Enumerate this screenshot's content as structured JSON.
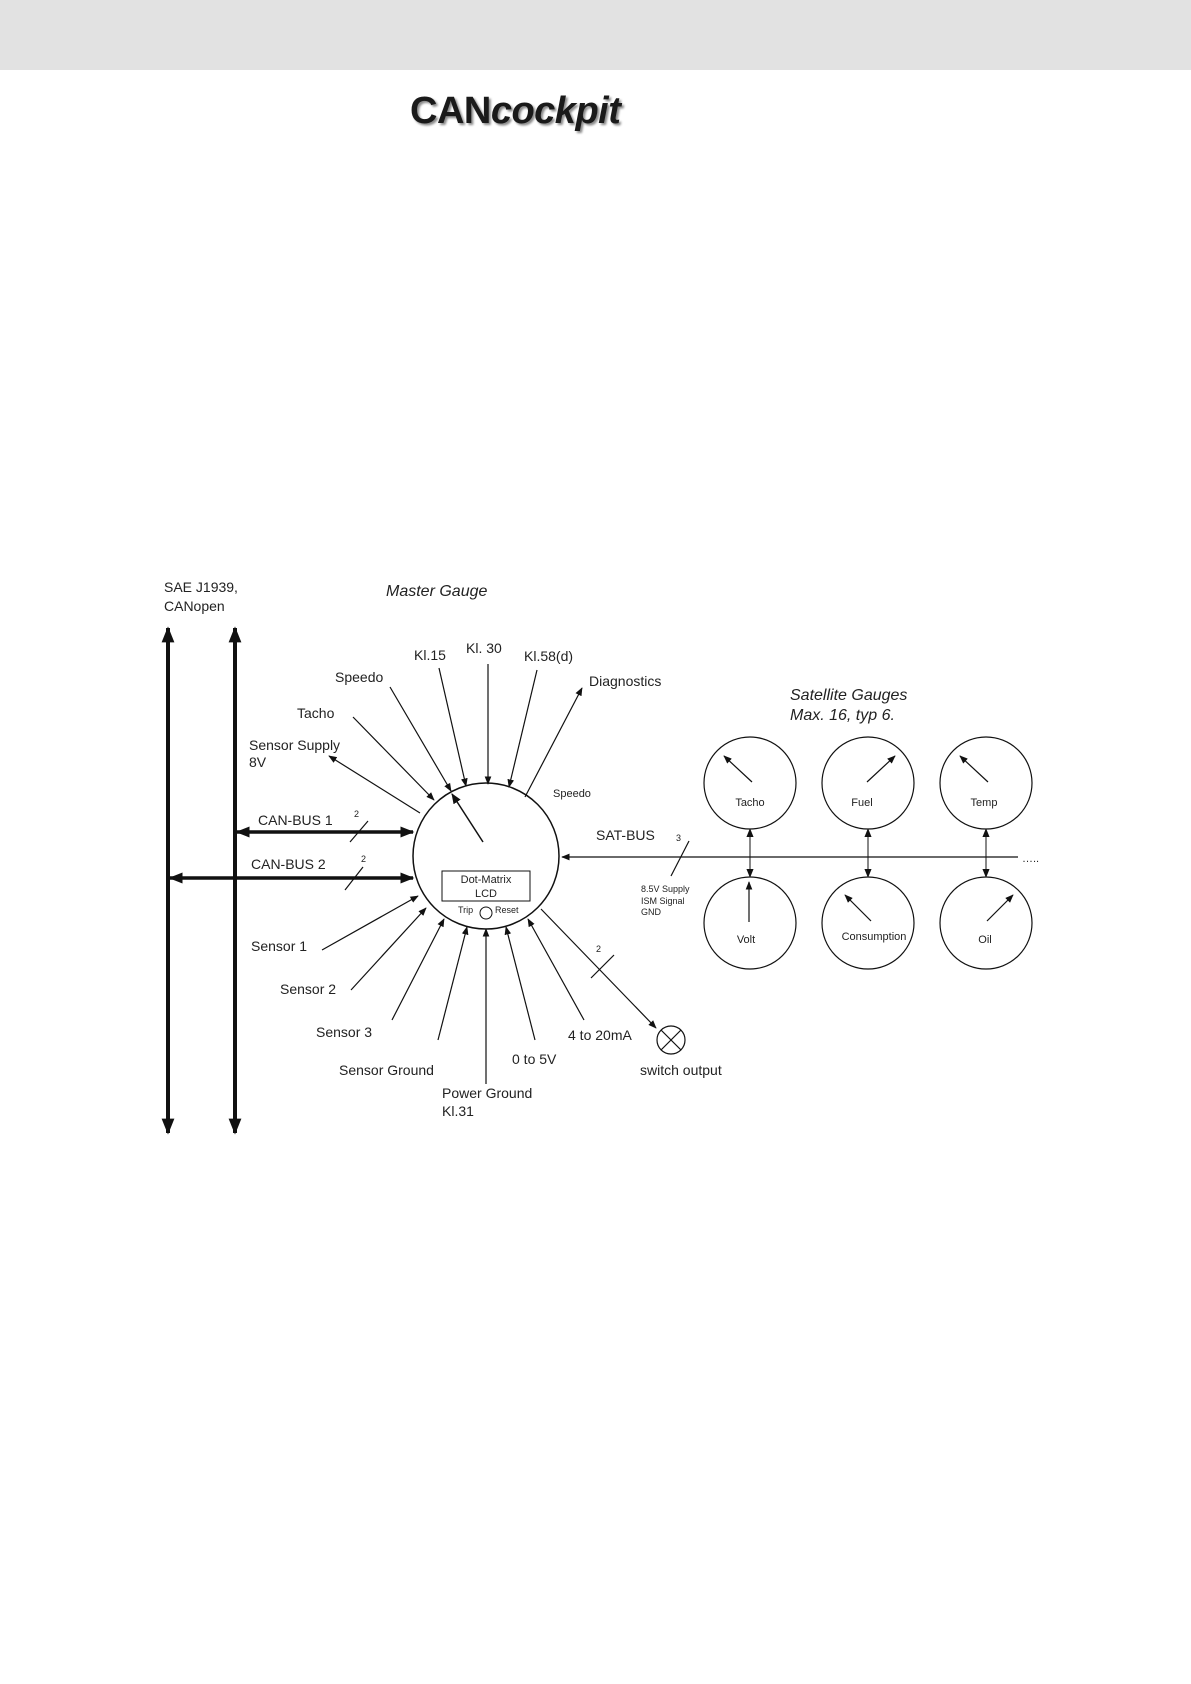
{
  "logo": {
    "prefix": "CAN",
    "suffix": "cockpit"
  },
  "bus": {
    "label_line1": "SAE J1939,",
    "label_line2": "CANopen"
  },
  "master": {
    "title": "Master Gauge",
    "display_line1": "Dot-Matrix",
    "display_line2": "LCD",
    "trip": "Trip",
    "reset": "Reset"
  },
  "signals_top": {
    "kl15": "Kl.15",
    "kl30": "Kl. 30",
    "kl58": "Kl.58(d)",
    "diagnostics": "Diagnostics",
    "speedo": "Speedo",
    "tacho": "Tacho",
    "sensor_supply_1": "Sensor Supply",
    "sensor_supply_2": "8V",
    "speedo_small": "Speedo"
  },
  "can": {
    "bus1": "CAN-BUS 1",
    "bus2": "CAN-BUS 2",
    "wires": "2"
  },
  "signals_bottom": {
    "sensor1": "Sensor 1",
    "sensor2": "Sensor 2",
    "sensor3": "Sensor 3",
    "sensor_ground": "Sensor Ground",
    "power_ground_1": "Power Ground",
    "power_ground_2": "Kl.31",
    "v0to5": "0 to 5V",
    "ma4to20": "4 to 20mA",
    "switch_output": "switch output",
    "switch_wires": "2"
  },
  "satbus": {
    "label": "SAT-BUS",
    "wires": "3",
    "supply": "8.5V Supply",
    "signal": "ISM Signal",
    "gnd": "GND",
    "ellipsis": "….."
  },
  "satellites": {
    "title_line1": "Satellite Gauges",
    "title_line2": "Max. 16, typ 6.",
    "tacho": "Tacho",
    "fuel": "Fuel",
    "temp": "Temp",
    "volt": "Volt",
    "consumption": "Consumption",
    "oil": "Oil"
  }
}
